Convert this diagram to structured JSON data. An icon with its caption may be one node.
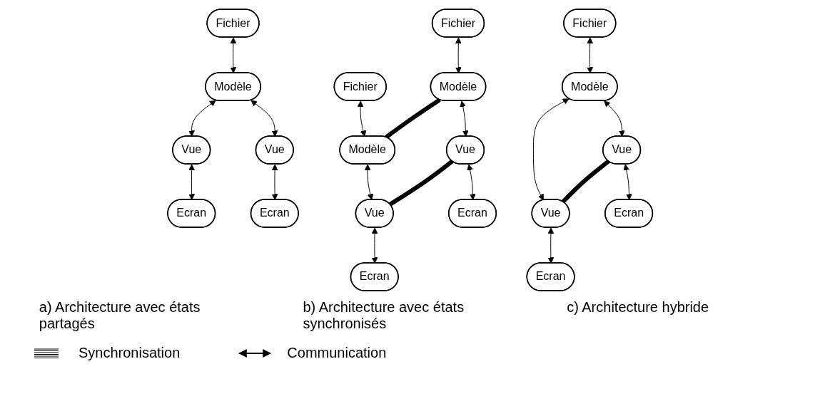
{
  "diagram": {
    "nodes": [
      {
        "text": [
          "Fichier"
        ]
      },
      {
        "text": [
          "Modèle"
        ]
      },
      {
        "text": [
          "Vue"
        ]
      },
      {
        "text": [
          "Vue"
        ]
      },
      {
        "text": [
          "Ecran"
        ]
      },
      {
        "text": [
          "Ecran"
        ]
      },
      {
        "text": [
          "Fichier"
        ]
      },
      {
        "text": [
          "Fichier"
        ]
      },
      {
        "text": [
          "Modèle"
        ]
      },
      {
        "text": [
          "Modèle"
        ]
      },
      {
        "text": [
          "Vue"
        ]
      },
      {
        "text": [
          "Vue"
        ]
      },
      {
        "text": [
          "Ecran"
        ]
      },
      {
        "text": [
          "Ecran"
        ]
      },
      {
        "text": [
          "Fichier"
        ]
      },
      {
        "text": [
          "Modèle"
        ]
      },
      {
        "text": [
          "Vue"
        ]
      },
      {
        "text": [
          "Vue"
        ]
      },
      {
        "text": [
          "Ecran"
        ]
      },
      {
        "text": [
          "Ecran"
        ]
      }
    ],
    "edges": [
      {
        "from": 0,
        "to": 1,
        "arrow": "both"
      },
      {
        "from": 1,
        "to": 2,
        "arrow": "both"
      },
      {
        "from": 1,
        "to": 3,
        "arrow": "both"
      },
      {
        "from": 2,
        "to": 4,
        "arrow": "both"
      },
      {
        "from": 3,
        "to": 5,
        "arrow": "both"
      },
      {
        "from": 6,
        "to": 8,
        "arrow": "both"
      },
      {
        "from": 7,
        "to": 9,
        "arrow": "both"
      },
      {
        "from": 8,
        "to": 9,
        "arrow": "none",
        "style": "thick"
      },
      {
        "from": 8,
        "to": 10,
        "arrow": "both"
      },
      {
        "from": 9,
        "to": 11,
        "arrow": "both"
      },
      {
        "from": 10,
        "to": 11,
        "arrow": "none",
        "style": "thick"
      },
      {
        "from": 10,
        "to": 12,
        "arrow": "both"
      },
      {
        "from": 11,
        "to": 13,
        "arrow": "both"
      },
      {
        "from": 14,
        "to": 15,
        "arrow": "both"
      },
      {
        "from": 15,
        "to": 16,
        "arrow": "both"
      },
      {
        "from": 15,
        "to": 17,
        "arrow": "both"
      },
      {
        "from": 16,
        "to": 17,
        "arrow": "none",
        "style": "thick"
      },
      {
        "from": 16,
        "to": 18,
        "arrow": "both"
      },
      {
        "from": 17,
        "to": 19,
        "arrow": "both"
      }
    ],
    "labels": [
      "a) Architecture avec états partagés",
      "b) Architecture avec états synchronisés",
      "c) Architecture hybride"
    ],
    "legend": [
      {
        "text": "Synchronisation"
      },
      {
        "text": "Communication"
      }
    ]
  }
}
